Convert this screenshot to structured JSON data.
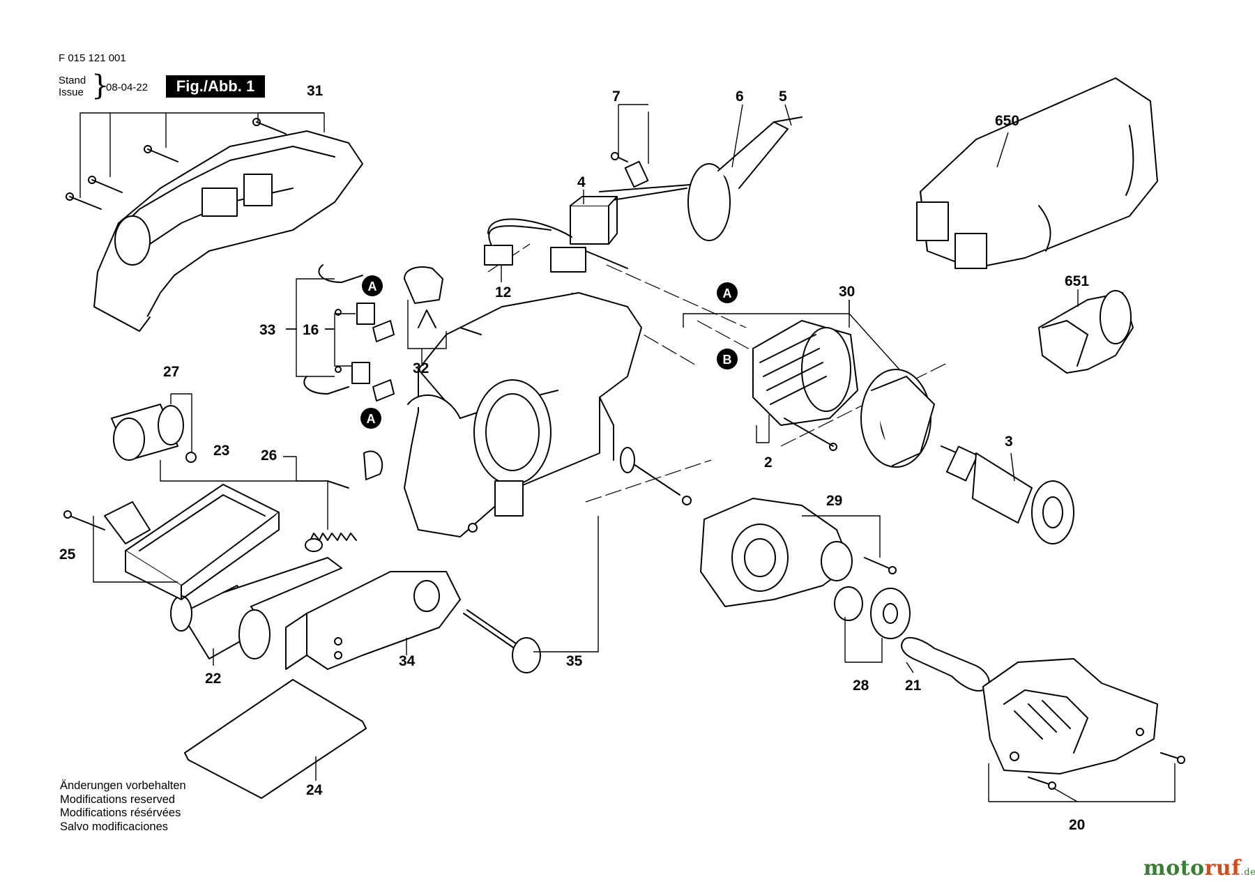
{
  "header": {
    "doc_number": "F 015 121 001",
    "stand_label": "Stand",
    "issue_label": "Issue",
    "date": "08-04-22",
    "figure_badge": "Fig./Abb. 1"
  },
  "part_numbers": {
    "p2": "2",
    "p3": "3",
    "p4": "4",
    "p5": "5",
    "p6": "6",
    "p7": "7",
    "p12": "12",
    "p16": "16",
    "p20": "20",
    "p21": "21",
    "p22": "22",
    "p23": "23",
    "p24": "24",
    "p25": "25",
    "p26": "26",
    "p27": "27",
    "p28": "28",
    "p29": "29",
    "p30": "30",
    "p31": "31",
    "p32": "32",
    "p33": "33",
    "p34": "34",
    "p35": "35",
    "p650": "650",
    "p651": "651"
  },
  "connection_markers": {
    "a1": "A",
    "a2": "A",
    "a3": "A",
    "b1": "B"
  },
  "notes": [
    "Änderungen vorbehalten",
    "Modifications reserved",
    "Modifications résérvées",
    "Salvo modificaciones"
  ],
  "watermark": {
    "main_a": "moto",
    "main_b": "ruf",
    "tld": ".de",
    "colors": {
      "primary": "#3a7d34",
      "accent": "#d64b1c"
    }
  }
}
